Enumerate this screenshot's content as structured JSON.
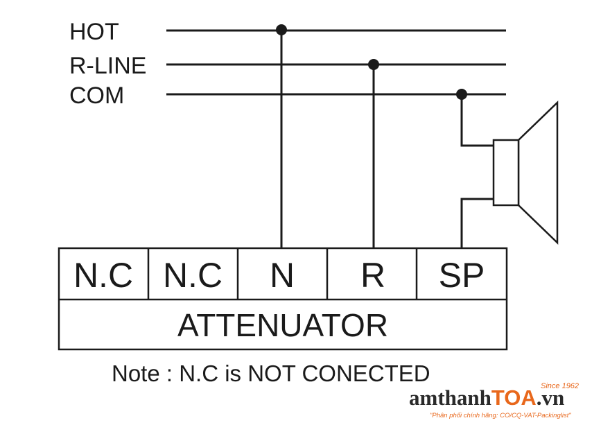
{
  "lines": {
    "hot": "HOT",
    "rline": "R-LINE",
    "com": "COM"
  },
  "terminals": [
    "N.C",
    "N.C",
    "N",
    "R",
    "SP"
  ],
  "attenuator": "ATTENUATOR",
  "note": "Note : N.C is NOT CONECTED",
  "watermark": {
    "brand_prefix": "amthanh",
    "brand_main": "TOA",
    "brand_suffix": ".vn",
    "since": "Since 1962",
    "tagline": "\"Phân phối chính hãng: CO/CQ-VAT-Packinglist\"",
    "colors": {
      "orange": "#e8671b",
      "dark": "#2a2a2a"
    }
  },
  "colors": {
    "ink": "#1a1a1a",
    "background": "#ffffff"
  }
}
